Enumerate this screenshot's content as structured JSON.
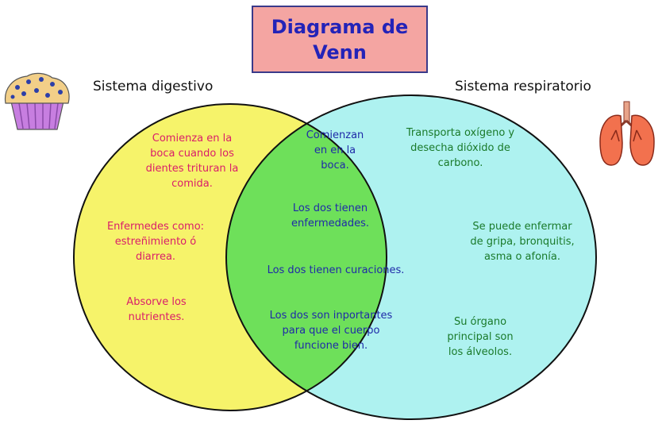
{
  "title": "Diagrama de\nVenn",
  "colors": {
    "title_box": "#f4a5a2",
    "left_circle": "#f6f36a",
    "right_circle": "#aef2f0",
    "intersection": "#6ee05a",
    "digestive_text": "#d91d6a",
    "common_text": "#1f2aa8",
    "respiratory_text": "#1a7a2a"
  },
  "labels": {
    "left": "Sistema digestivo",
    "right": "Sistema respiratorio"
  },
  "icons": {
    "left": "muffin-icon",
    "right": "lungs-icon"
  },
  "digestive": [
    "Comienza en la\nboca cuando los\ndientes trituran la\ncomida.",
    "Enfermedes como:\nestreñimiento ó\ndiarrea.",
    "Absorve los\nnutrientes."
  ],
  "common": [
    "Comienzan\nen en la\nboca.",
    "Los dos tienen\nenfermedades.",
    "Los dos tienen curaciones.",
    "Los dos son inportantes\npara que el cuerpo\nfuncione bien."
  ],
  "respiratory": [
    "Transporta oxígeno y\ndesecha dióxido de\ncarbono.",
    "Se puede enfermar\nde gripa, bronquitis,\nasma o afonía.",
    "Su órgano\nprincipal son\nlos álveolos."
  ]
}
